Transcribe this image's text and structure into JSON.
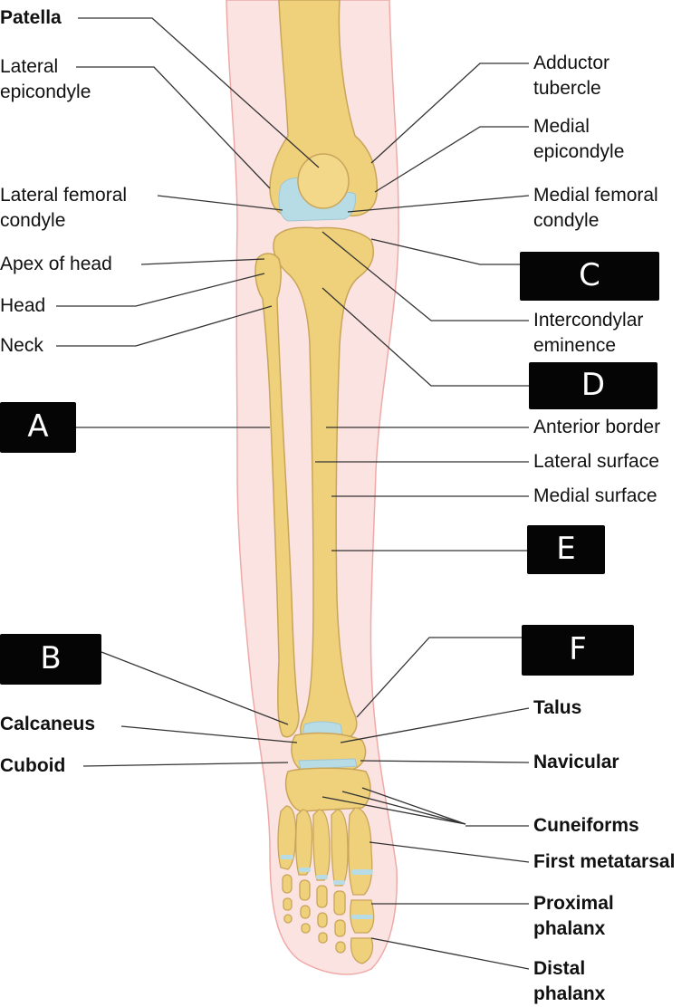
{
  "labels": {
    "patella": "Patella",
    "lateral_epicondyle": "Lateral\nepicondyle",
    "lateral_femoral_condyle": "Lateral femoral\ncondyle",
    "apex_of_head": "Apex of head",
    "head": "Head",
    "neck": "Neck",
    "calcaneus": "Calcaneus",
    "cuboid": "Cuboid",
    "adductor_tubercle": "Adductor\ntubercle",
    "medial_epicondyle": "Medial\nepicondyle",
    "medial_femoral_condyle": "Medial femoral\ncondyle",
    "intercondylar_eminence": "Intercondylar\neminence",
    "anterior_border": "Anterior border",
    "lateral_surface": "Lateral surface",
    "medial_surface": "Medial surface",
    "talus": "Talus",
    "navicular": "Navicular",
    "cuneiforms": "Cuneiforms",
    "first_metatarsal": "First metatarsal",
    "proximal_phalanx": "Proximal\nphalanx",
    "distal_phalanx": "Distal\nphalanx"
  },
  "answer_boxes": {
    "a": "A",
    "b": "B",
    "c": "C",
    "d": "D",
    "e": "E",
    "f": "F"
  },
  "colors": {
    "bone": "#efd17c",
    "bone_outline": "#c9a55a",
    "cartilage": "#b7dce6",
    "skin": "#fbe3e1",
    "skin_outline": "#eeaaa8",
    "leader": "#333333",
    "box": "#050505"
  }
}
